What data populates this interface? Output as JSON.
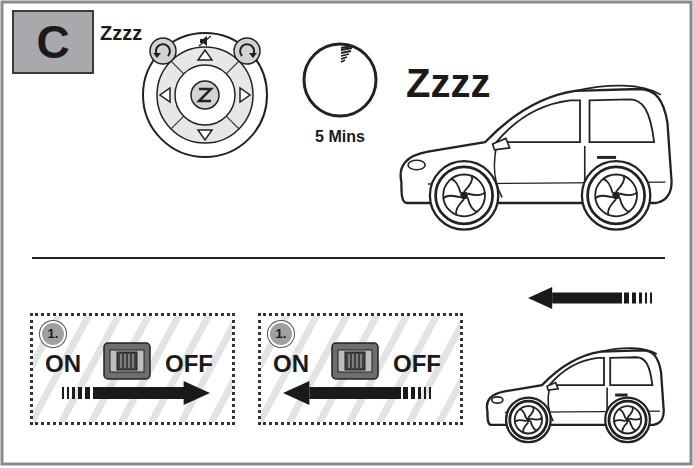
{
  "diagram": {
    "nodes": [
      {
        "text": [
          "C"
        ]
      },
      {
        "text": [
          "5 Mins"
        ]
      },
      {
        "text": [
          "ON",
          "OFF"
        ]
      },
      {
        "text": [
          "1."
        ],
        "in": 2
      },
      {
        "text": [
          "ON",
          "OFF"
        ]
      },
      {
        "text": [
          "1."
        ],
        "in": 4
      }
    ],
    "labels": [
      "Zzzz",
      "Zzzz"
    ]
  }
}
